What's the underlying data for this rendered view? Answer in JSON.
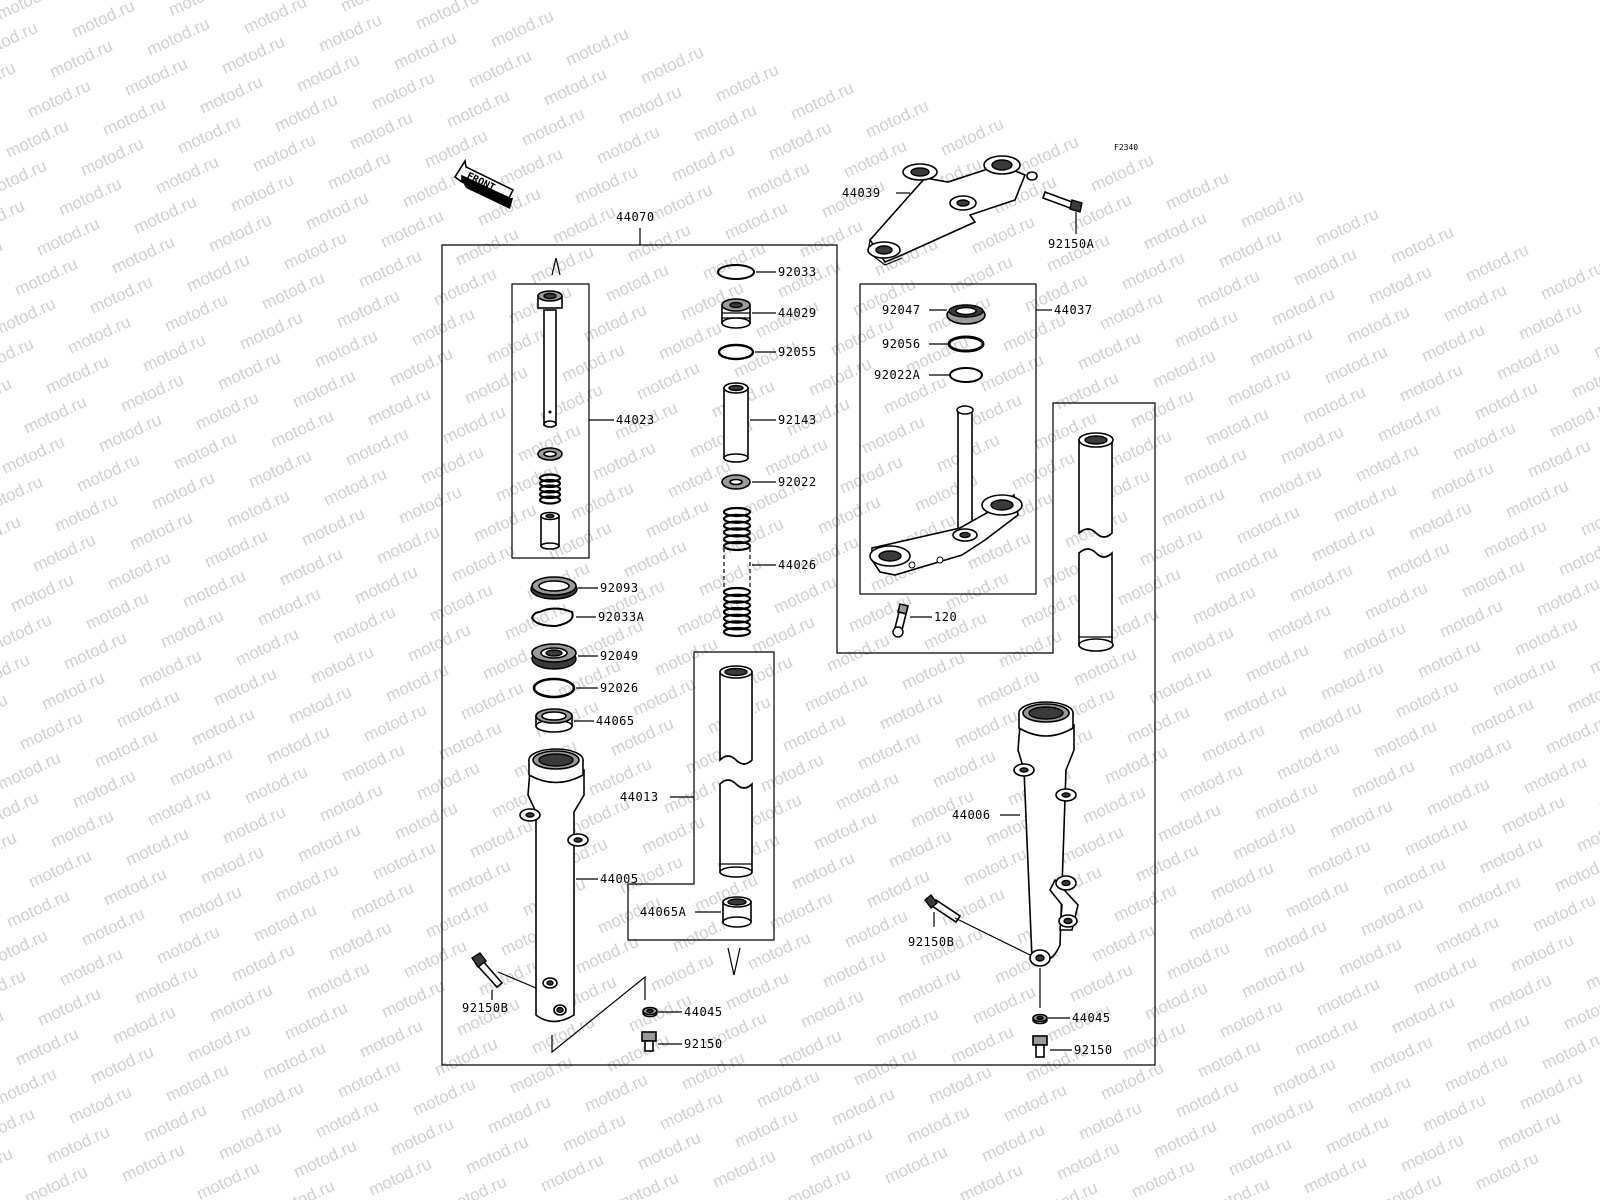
{
  "watermark": "motod.ru",
  "diagram_code": "F2340",
  "front_arrow": "FRONT",
  "labels": {
    "l44070": "44070",
    "l44039": "44039",
    "l92150A": "92150A",
    "l92033": "92033",
    "l44029": "44029",
    "l92055": "92055",
    "l92143": "92143",
    "l92022": "92022",
    "l44026": "44026",
    "l44023": "44023",
    "l92093": "92093",
    "l92033A": "92033A",
    "l92049": "92049",
    "l92026": "92026",
    "l44065": "44065",
    "l44013": "44013",
    "l44005": "44005",
    "l44065A": "44065A",
    "l92150B_left": "92150B",
    "l44045_left": "44045",
    "l92150_left": "92150",
    "l92047": "92047",
    "l92056": "92056",
    "l92022A": "92022A",
    "l44037": "44037",
    "l120": "120",
    "l44006": "44006",
    "l92150B_right": "92150B",
    "l44045_right": "44045",
    "l92150_right": "92150"
  }
}
